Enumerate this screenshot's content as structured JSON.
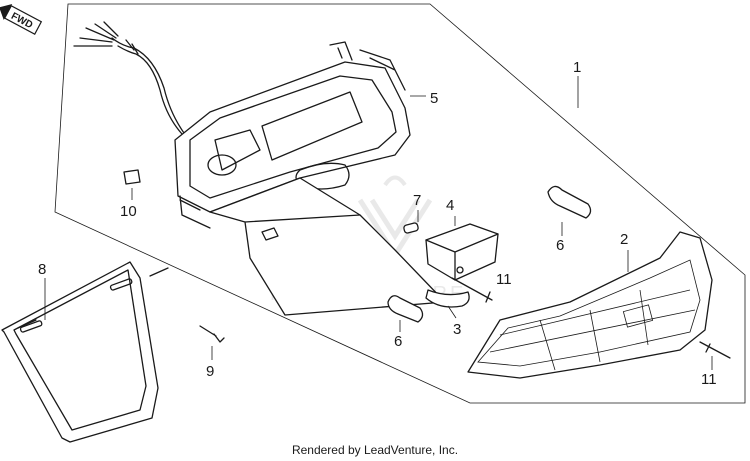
{
  "direction_label": "FWD",
  "credit": "Rendered by LeadVenture, Inc.",
  "watermark": "PARTSVENTURE",
  "callouts": [
    "1",
    "2",
    "3",
    "4",
    "5",
    "6",
    "6",
    "7",
    "8",
    "9",
    "10",
    "11",
    "11"
  ],
  "colors": {
    "line": "#1a1a1a",
    "background": "#ffffff",
    "watermark": "#d9d9d9"
  }
}
